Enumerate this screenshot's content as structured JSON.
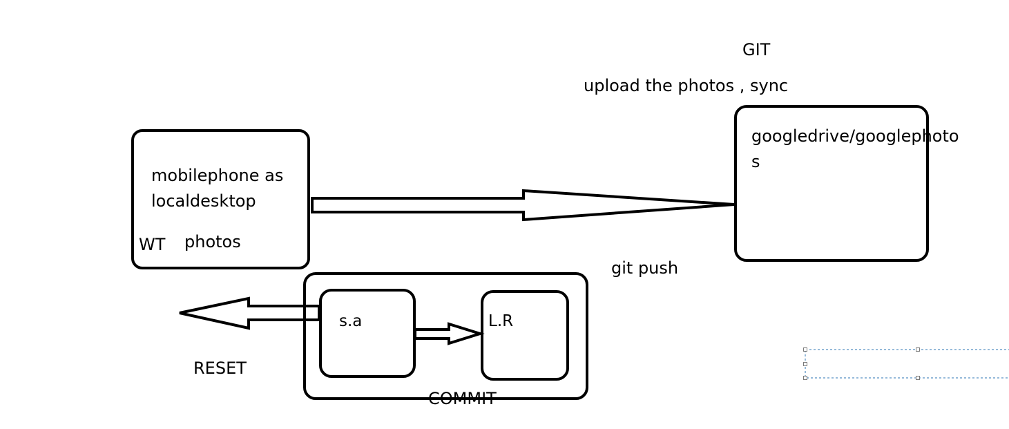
{
  "diagram": {
    "title": "GIT",
    "arrows": {
      "upload": {
        "label": "upload the photos , sync"
      },
      "push": {
        "label": "git push"
      },
      "reset": {
        "label": "RESET"
      },
      "commit": {
        "label": "COMMIT"
      }
    },
    "nodes": {
      "local": {
        "line1": "mobilephone as",
        "line2": "localdesktop",
        "wt": "WT",
        "photos": "photos"
      },
      "remote": {
        "line1": "googledrive/googlephoto",
        "line2": "s"
      },
      "staging": {
        "label": "s.a"
      },
      "repo": {
        "label": "L.R"
      }
    }
  },
  "colors": {
    "stroke": "#000000",
    "background": "#ffffff",
    "selection": "#2e75b6"
  }
}
